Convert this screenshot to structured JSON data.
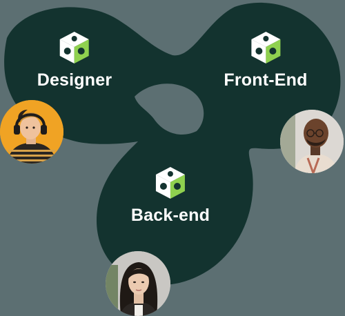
{
  "roles": {
    "designer": {
      "label": "Designer",
      "icon": "puzzle-cube-icon"
    },
    "frontend": {
      "label": "Front-End",
      "icon": "puzzle-cube-icon"
    },
    "backend": {
      "label": "Back-end",
      "icon": "puzzle-cube-icon"
    }
  },
  "colors": {
    "background": "#5c6f72",
    "blob": "#13332f",
    "cube_light": "#ffffff",
    "cube_accent": "#8fd14f",
    "cube_dark": "#13332f"
  }
}
